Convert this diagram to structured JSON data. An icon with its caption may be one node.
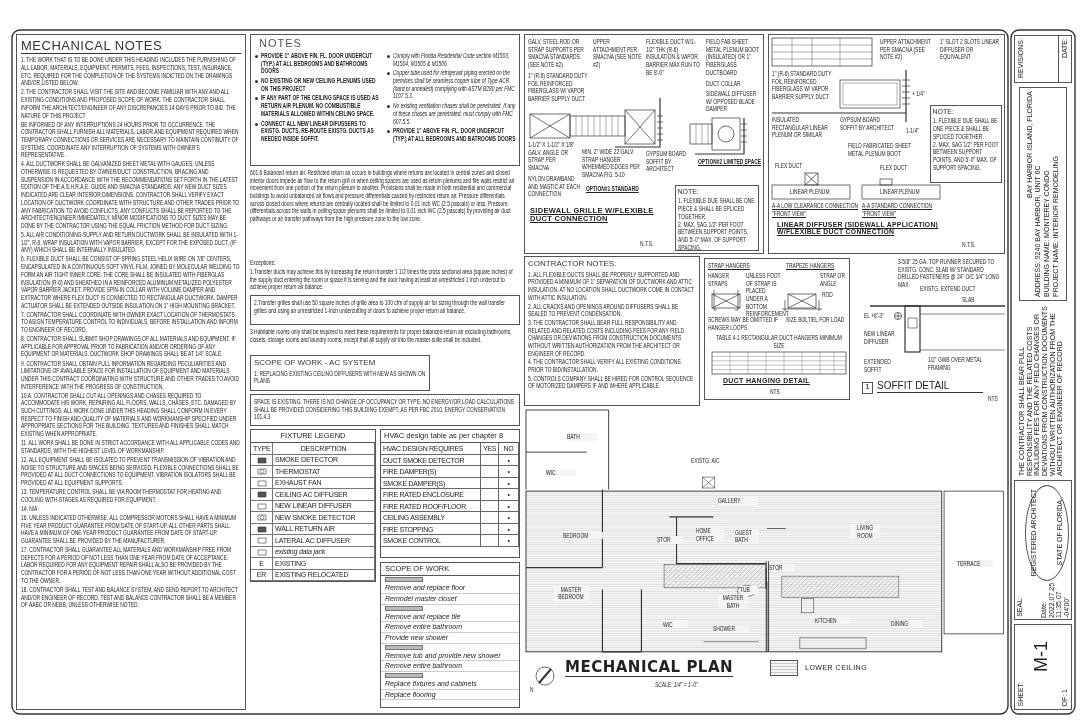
{
  "diagram": {
    "title": "MECHANICAL PLAN",
    "nodes": [
      {
        "text": [
          "NOTES",
          "PROVIDE 1\" ABOVE FIN. FL. DOOR UNDERCUT (TYP.) AT ALL BEDROOMS AND BATHROOMS DOORS",
          "NO EXISTING OR NEW CEILING PLENUMS USED ON THIS PROJECT",
          "IF ANY PART OF THE CEILING SPACE IS USED AS RETURN AIR PLENUM. NO COMBUSTIBLE MATERIALS ALLOWED WITHIN CEILING SPACE.",
          "CONNECT ALL NEW LINEAR DIFUSSERS TO EXISTG. DUCTS, RE-ROUTE EXISTG. DUCTS AS NEEDED INSIDE SOFFIT.",
          "Comply with Florida Residential Code section M1503, M1504, M1505 & M1506",
          "Copper tube used for refrigerant piping erected on the premises shall be seamless copper tube of Type ACR (hard or annealed) complying with ASTM B280 per FMC 1107.5.3.",
          "No existing ventilation chases shall be penetrated. If any of these chases are penetrated, must comply with FMC 607.5.5.",
          "PROVIDE 1\" ABOVE FIN. FL. DOOR UNDERCUT (TYP.) AT ALL BEDROOMS AND BATROOMS DOORS"
        ]
      },
      {
        "text": [
          "FIXTURE LEGEND",
          "TYPE",
          "DESCRIPTION",
          "SMOKE DETECTOR",
          "THERMOSTAT",
          "EXHAUST FAN",
          "CEILING AC DIFFUSER",
          "NEW LINEAR DIFFUSER",
          "NEW SMOKE DETECTOR",
          "WALL RETURN AIR",
          "LATERAL AC DIFFUSER",
          "existing data jack",
          "E",
          "EXISTING",
          "ER",
          "EXISTING RELOCATED"
        ]
      },
      {
        "text": [
          "2.Transfer grilles shall use 50 square inches of grille area to 100 cfm of supply air for sizing through the wall transfer grilles and using an unrestricted 1-inch undercutting of doors to achieve proper return air balance."
        ]
      },
      {
        "text": [
          "SCOPE OF WORK - AC SYSTEM",
          "1. REPLACING EXISTING CEILING DIFFUSERS WITH NEW AS SHOWN ON PLANS"
        ]
      },
      {
        "text": [
          "SPACE IS EXISTING. THERE IS NO CHANGE OF OCCUPANCY OR TYPE. NO ENERGY/OR LOAD CALCULATIONS SHALL BE PROVIDED CONSIDERING THIS BUILDING EXEMPT, AS PER FBC 2010, ENERGY CONSERVATION 101.4.3"
        ]
      },
      {
        "text": [
          "MECHANICAL NOTES",
          "1. THE WORK THAT IS TO BE DONE UNDER THIS HEADING INCLUDES THE FURNISHING OF ALL LABOR, MATERIALS, EQUIPMENT, PERMITS, FEES, INSPECTIONS, TEST, INSURANCE, ETC. REQUIRED FOR THE COMPLETION OF THE SYSTEMS INDICTED ON THE DRAWINGS AND/OR LISTED BELOW.",
          "2. THE CONTRACTOR SHALL VISIT THE SITE AND BECOME FAMILIAR WITH ANY AND ALL EXISTING CONDITIONS AND PROPOSED SCOPE OF WORK. THE CONTRACTOR SHALL INFORM THE ARCHITECT/ENGINEER OF ANY DISCREPANCIES 14 DAYS PRIOR TO BID. THE NATURE OF THIS PROJECT",
          "BE INFORMED OF ANY INTERRUPTIONS 24 HOURS PRIOR TO OCCURRENCE. THE CONTRACTOR SHALL FURNISH ALL MATERIALS, LABOR AND EQUIPMENT REQUIRED WHEN TEMPORARY CONNECTIONS OR SERVICES ARE NECESSARY TO MAINTAIN CONTINUITY OF SYSTEMS. COORDINATE ANY INTERRUPTION OF SYSTEMS WITH OWNER'S REPRESENTATIVE.",
          "4. ALL DUCTWORK SHALL BE GALVANIZED SHEET METAL WITH GAUGES, UNLESS OTHERWISE IS REQUESTED BY OWNER/DUCT CONSTRUCTION, BRACING AND SUSPENSION IN ACCORDANCE WITH THE RECOMMENDATIONS SET FORTH IN THE LATEST EDITION OF THE A.S.H.R.A.E. GUIDE AND SMACNA STANDARDS. ANY NEW DUCT SIZES INDICATED ARE CLEAR INTERIOR DIMENSIONS. CONTRACTOR SHALL VERIFY EXACT LOCATION OF DUCTWORK COORDINATE WITH STRUCTURE AND OTHER TRADES PRIOR TO ANY FABRICATION TO AVOID CONFLICTS. ANY CONFLICTS SHALL BE REPORTED TO THE ARCHITECT/ENGINEER IMMEDIATELY. MINOR MODIFICATIONS TO DUCT SIZES MAY BE DONE BY THE CONTRACTOR USING THE EQUAL FRICTION METHOD FOR DUCT SIZING.",
          "5. ALL AIR CONDITIONING SUPPLY AND RETURN DUCTWORK SHALL BE INSULATED WITH 1-1/2\", R-6, WRAP INSULATION WITH VAPOR BARRIER, EXCEPT FOR THE EXPOSED DUCT, (IF ANY) WHICH SHALL BE INTERNALLY INSULATED.",
          "6. FLEXIBLE DUCT SHALL BE CONSIST OF SPRING STEEL HELIX WIRE ON 7/8\" CENTERS, ENCAPSULATED IN A CONTINUOUS SOFT VINYL FILM, JOINED BY MOLECULAR WELDING TO FORM AN AIR TIGHT INNER CORE. THE CORE SHALL BE INSULATED WITH FIBERGLAS INSULATION (R-6) AND SHEATHED IN A REINFORCED ALUMINUM METALIZED POLYESTER VAPOR BARRIER JACKET. PROVIDE SPIN-IN COLLAR WITH VOLUME DAMPER AND EXTRACTOR WHERE FLEX DUCT IS CONNECTED TO RECTANGULAR DUCTWORK. DAMPER ACTUATOR SHALL BE EXTENDED OUTSIDE INSULATION ON 1\" HIGH MOUNTING BRACKET.",
          "7. CONTRACTOR SHALL COORDINATE WITH OWNER EXACT LOCATION OF THERMOSTATS TO ASIGN TEMPERATURE CONTROL TO INDIVIDUALS, BEFORE INSTALLATION AND INFORM TO ENGINEER OF RECORD.",
          "8. CONTRACTOR SHALL SUBMIT SHOP DRAWINGS OF ALL MATERIALS AND EQUIPMENT. IF APPLICABLE FOR APPROVAL PRIOR TO FABRICATION AND/OR ORDERING OF ANY EQUIPMENT OR MATERIALS. DUCTWORK SHOP DRAWINGS SHALL BE AT 1/4\" SCALE.",
          "9. CONTRACTOR SHALL OBTAIN FULL INFORMATION REGARDING PECULIARITIES AND LIMITATIONS OF AVAILABLE SPACE FOR INSTALLATION OF EQUIPMENT AND MATERIALS UNDER THIS CONTRACT COORDINATING WITH STRUCTURE AND OTHER TRADES TO AVOID INTERFERENCE WITH THE PROGRESS OF CONSTRUCTION.",
          "10.A. CONTRACTOR SHALL CUT ALL OPENINGS AND CHASES REQUIRED TO ACCOMMODATE HIS WORK, REPAIRING ALL FLOORS, WALLS, CHASES, ETC. DAMAGED BY SUCH CUTTINGS. ALL WORK DONE UNDER THIS HEADING SHALL CONFORM IN EVERY RESPECT TO FINISH AND QUALITY OF MATERIALS AND WORKMANSHIP SPECIFIED UNDER APPROPRIATE SECTIONS FOR THE BUILDING. TEXTURES AND FINISHES SHALL MATCH EXISTING WHEN APPROPRIATE.",
          "11. ALL WORK SHALL BE DONE IN STRICT ACCORDANCE WITH ALL APPLICABLE CODES AND STANDARDS, WITH THE HIGHEST LEVEL OF WORKMANSHIP.",
          "12. ALL EQUIPMENT SHALL BE ISOLATED TO PREVENT TRANSMISSION OF VIBRATION AND NOISE TO STRUCTURE AND SPACES BEING SERVICED. FLEXIBLE CONNECTIONS SHALL BE PROVIDED AT ALL DUCT CONNECTIONS TO EQUIPMENT. VIBRATION ISOLATORS SHALL BE PROVIDED AT ALL EQUIPMENT SUPPORTS.",
          "13. TEMPERATURE CONTROL SHALL BE VIA ROOM THERMOSTAT FOR HEATING AND COOLING WITH STAGES AS REQUIRED FOR EQUIPMENT.",
          "14. N/A",
          "16. UNLESS INDICATED OTHERWISE, ALL COMPRESSOR MOTORS SHALL HAVE A MINIMUM FIVE YEAR PRODUCT GUARANTEE FROM DATE OF START-UP. ALL OTHER PARTS SHALL HAVE A MINIMUM OF ONE YEAR PRODUCT GUARANTEE FROM DATE OF START-UP. GUARANTEE SHALL BE PROVIDED BY THE MANUFACTURER.",
          "17. CONTRACTOR SHALL GUARANTEE ALL MATERIALS AND WORKMANSHIP FREE FROM DEFECTS FOR A PERIOD OF NOT LESS THAN ONE YEAR FROM DATE OF ACCEPTANCE. LABOR REQUIRED FOR ANY EQUIPMENT REPAIR SHALL ALSO BE PROVIDED BY THE CONTRACTOR FOR A PERIOD OF NOT LESS THAN ONE YEAR WITHOUT ADDITIONAL COST TO THE OWNER.",
          "18. CONTRACTOR SHALL TEST AND BALANCE SYSTEM, AND SEND REPORT TO ARCHITECT AND/OR ENGINEER OF RECORD. TEST AND BALANCE CONTRACTOR SHALL BE A MEMBER OF AABC OR NEBB, UNLESS OTHERWISE NOTED."
        ]
      },
      {
        "text": [
          "HVAC design table as per chapter 8",
          "HVAC DESIGN REQUIRES",
          "YES",
          "NO",
          "DUCT SMOKE DETECTOR",
          "•",
          "FIRE DAMPER(S)",
          "•",
          "SMOKE DAMPER(S)",
          "•",
          "FIRE RATED ENCLOSURE",
          "•",
          "FIRE RATED ROOF/FLOOR",
          "•",
          "CEILING ASSEMBLY",
          "•",
          "FIRE STOPPING",
          "•",
          "SMOKE CONTROL",
          "•"
        ]
      },
      {
        "text": [
          "SCOPE OF WORK",
          "Remove and replace floor",
          "Remodel master closet",
          "Remove and replace tile",
          "Remove entire bathroom",
          "Provide new shower",
          "Remove tub and provide new shower",
          "Remove entire bathroom",
          "Replace fixtures and cabinets",
          "Replace flooring"
        ]
      },
      {
        "text": [
          "SIDEWALL GRILLE W/FLEXIBLE DUCT CONNECTION"
        ]
      },
      {
        "text": [
          "NOTE:",
          "1. FLEXIBLE DUE SHALL BE ONE PIECE & SHALL BE SPLICED TOGETHER.",
          "2. MAX. SAG 1/2\" PER FOOT BETWEEN SUPPORT POINTS, AND 5'-0\" MAX. OF SUPPORT SPACING."
        ],
        "in": 8
      },
      {
        "text": [
          "CONTRACTOR NOTES:",
          "1. ALL FLEXIBLE DUCTS SHALL BE PROPERLY SUPPORTED AND PROVIDED A MINIMUM OF 1\" SEPARATION OF DUCTWORK AND ATTIC INSULATION. AT NO LOCATION SHALL DUCTWORK COME IN CONTACT WITH ATTIC INSULATION.",
          "2. ALL CRACKS AND OPENINGS AROUND DIFFUSERS SHALL BE SEALED TO PREVENT CONDENSATION.",
          "3. THE CONTRACTOR SHALL BEAR FULL RESPONSIBILITY AND RELATED AND RELATED COSTS INCLUDING FEES FOR ANY FIELD CHANGES OR DEVIATIONS FROM CONSTRUCTION DOCUMENTS WITHOUT WRITTEN AUTHORIZATION FROM THE ARCHITECT OR ENGINEER OF RECORD.",
          "4. THE CONTRACTOR SHALL VERIFY ALL EXISTING CONDITIONS PRIOR TO BID/INSTALLATION.",
          "5. CONTROLS COMPANY SHALL BE HIRED FOR CONTROL SEQUENCE OF MOTORIZED DAMPERS IF AND WHERE APPLICABLE."
        ]
      },
      {
        "text": [
          "LINEAR DIFFUSER (SIDEWALL APPLICATION) W/FLEXIBLE DUCT CONNECTION"
        ]
      },
      {
        "text": [
          "NOTE:",
          "1. FLEXIBLE DUE SHALL BE ONE PIECE & SHALL BE SPLICED TOGETHER.",
          "2. MAX. SAG 1/2\" PER FOOT BETWEEN SUPPORT POINTS, AND 5'-0\" MAX. OF SUPPORT SPACING."
        ],
        "in": 11
      },
      {
        "text": [
          "DUCT HANGING DETAIL"
        ]
      },
      {
        "text": [
          "1"
        ],
        "beside": [
          "SOFFIT DETAIL"
        ]
      },
      {
        "text": [
          "REVISIONS:",
          "DATE:"
        ]
      },
      {
        "text": [
          "PROJECT NAME: INTERIOR REMODELING",
          "BUILDING NAME: MONTEREY CONDO",
          "ADDRESS: 9240 BAY HARBOR, UNIT 6C",
          "BAY HARBOR ISLAND, FLORIDA"
        ]
      },
      {
        "text": [
          "SEAL:"
        ]
      },
      {
        "text": [
          "STATE OF FLORIDA",
          "REGISTERED ARCHITECT"
        ],
        "in": 17
      },
      {
        "text": [
          "SHEET:",
          "M-1",
          "OF: 1"
        ]
      }
    ],
    "labels": [
      "601.6 Balanced return air. Restricted return air occurs in buildings where returns are located in central zones and closed interior doors impede air flow to the return grill or when ceiling spaces are used as return plenums and fire walls restrict air movement from one portion of the return plenum to another. Provisions shall be made in both residential and commercial buildings to avoid unbalanced air flows and pressure differentials caused by restricted return air. Pressure differentials across closed doors where returns are centrally located shall be limited to 0.01 inch WC (2.5 pascals) or less. Pressure differentials across the walls in ceiling space plenums shall be limited to 0.01 inch WC (2.5 pascals) by providing air duct pathways or air transfer pathways from the high pressure zone to the low zone.",
      "Exceptions:",
      "1.Transfer ducts may achieve this by increasing the return transfer 1 1/2 times the cross sectional area (square inches) of the supply duct entering the room or space it is serving and the door having at least an unrestricted 1 inch undercut to achieve proper return air balance.",
      "3.Habitable rooms only shall be required to meet these requirements for proper balanced return air excluding bathrooms, closets, storage rooms and laundry rooms, except that all supply air into the master suite shall be included.",
      "GALV. STEEL ROD OR STRAP SUPPORTS PER SMACNA STANDARDS (SEE NOTE #2)",
      "UPPER ATTACHMENT PER SMACNA (SEE NOTE #2)",
      "FLEXIBLE DUCT W/1-1/2\" THK (R-6) INSULATION & VAPOR BARRIER MAX RUN TO BE 8'-0\"",
      "FIELD FAB SHEET METAL PLENUM BOOT (INSULATED) OR 1\" FIBERGLASS DUCTBOARD",
      "DUCT COLLAR",
      "1\" (R-6) STANDARD DUTY FOIL REINFORCED FIBERGLASS W/ VAPOR BARRIER SUPPLY DUCT",
      "1-1/2\" X 1-1/2\" X 1/8\" GALV. ANGLE OR STRAP PER SMACNA",
      "MIN. 2\" WIDE 22 GALV. STRAP HANGER W/HEMMED EDGES PER SMACNA FIG. 5-10",
      "GYPSUM BOARD SOFFIT BY ARCHITECT",
      "NYLON DRAWBAND AND MASTIC AT EACH CONNECTION",
      "SIDEWALL DIFFUSER W/ OPPOSED BLADE DAMPER",
      "OPTION#1 STANDARD",
      "OPTION#2 LIMITED SPACE",
      "N.T.S.",
      "1\" (R-6) STANDARD DUTY FOIL REINFORCED FIBERGLASS W/ VAPOR BARRIER SUPPLY DUCT",
      "UPPER ATTACHMENT PER SMACNA (SEE NOTE #2)",
      "1\" SLOT 2 SLOTS LINEAR DIFFUSER OR EQUIVALENT",
      "INSULATED RECTANGULAR LINEAR PLENUM OR SIMILAR",
      "+ 1/4\"",
      "GYPSUM BOARD SOFFIT BY ARCHITECT",
      "1-1/4\"",
      "FIELD FABRICATED SHEET METAL PLENUM BOOT",
      "FLEX DUCT",
      "FLEX DUCT",
      "LINEAR PLENUM",
      "LINEAR PLENUM",
      "A-A LOW CLEARANCE CONNECTION \"FRONT VIEW\"",
      "A-A STANDARD CONNECTION \"FRONT VIEW\"",
      "N.T.S.",
      "STRAP HANGERS",
      "TRAPEZE HANGERS",
      "HANGER STRAPS",
      "STRAP OR ANGLE",
      "ROD",
      "UNLESS FOOT OF STRAP IS PLACED UNDER A BOTTOM REINFORCEMENT",
      "SCREWS MAY BE OMITTED IF HANGER LOOPS",
      "SIZE BOLT/EL FOR LOAD",
      "TABLE 4-1 RECTANGULAR DUCT HANGERS MINIMUM SIZE",
      "NTS",
      "3-5/8\" 25 GA. TOP RUNNER SECURED TO EXISTG. CONC. SLAB W/ STANDARD DRILLED FASTENERS @ 24\" O/C 3/4\" LONG MAX.",
      "EXISTG. EXTEND DUCT",
      "SLAB",
      "EL +8'-3\"",
      "NEW LINEAR DIFFUSER",
      "EXTENDED SOFFIT",
      "1/2\" GWB OVER METAL FRAMING",
      "NTS",
      "BATH",
      "WIC",
      "EXISTG. A/C",
      "GALLERY",
      "BEDROOM",
      "HOME OFFICE",
      "STOR",
      "GUEST BATH",
      "LIVING ROOM",
      "STOR",
      "TUB",
      "TERRACE",
      "MASTER BEDROOM",
      "MASTER BATH",
      "WIC",
      "SHOWER",
      "KITCHEN",
      "DINING",
      "SCALE: 1/4\" = 1'-0\"",
      "N",
      "THE CONTRACTOR SHALL BEAR FULL RESPONSIBILITY AND THE RELATED COSTS INCLUDING FEES FOR ANY FIELD CHANGES OR DEVIATIONS FROM CONSTRUCTION DOCUMENTS WITHOUT WRITTEN AUTHORIZATION FROM THE ARCHITECT OR ENGINEER OF RECORD",
      "Date: 2022.07.25 11:35:07 -04'00'"
    ],
    "legend": [
      {
        "text": "LOWER CEILING"
      }
    ]
  }
}
